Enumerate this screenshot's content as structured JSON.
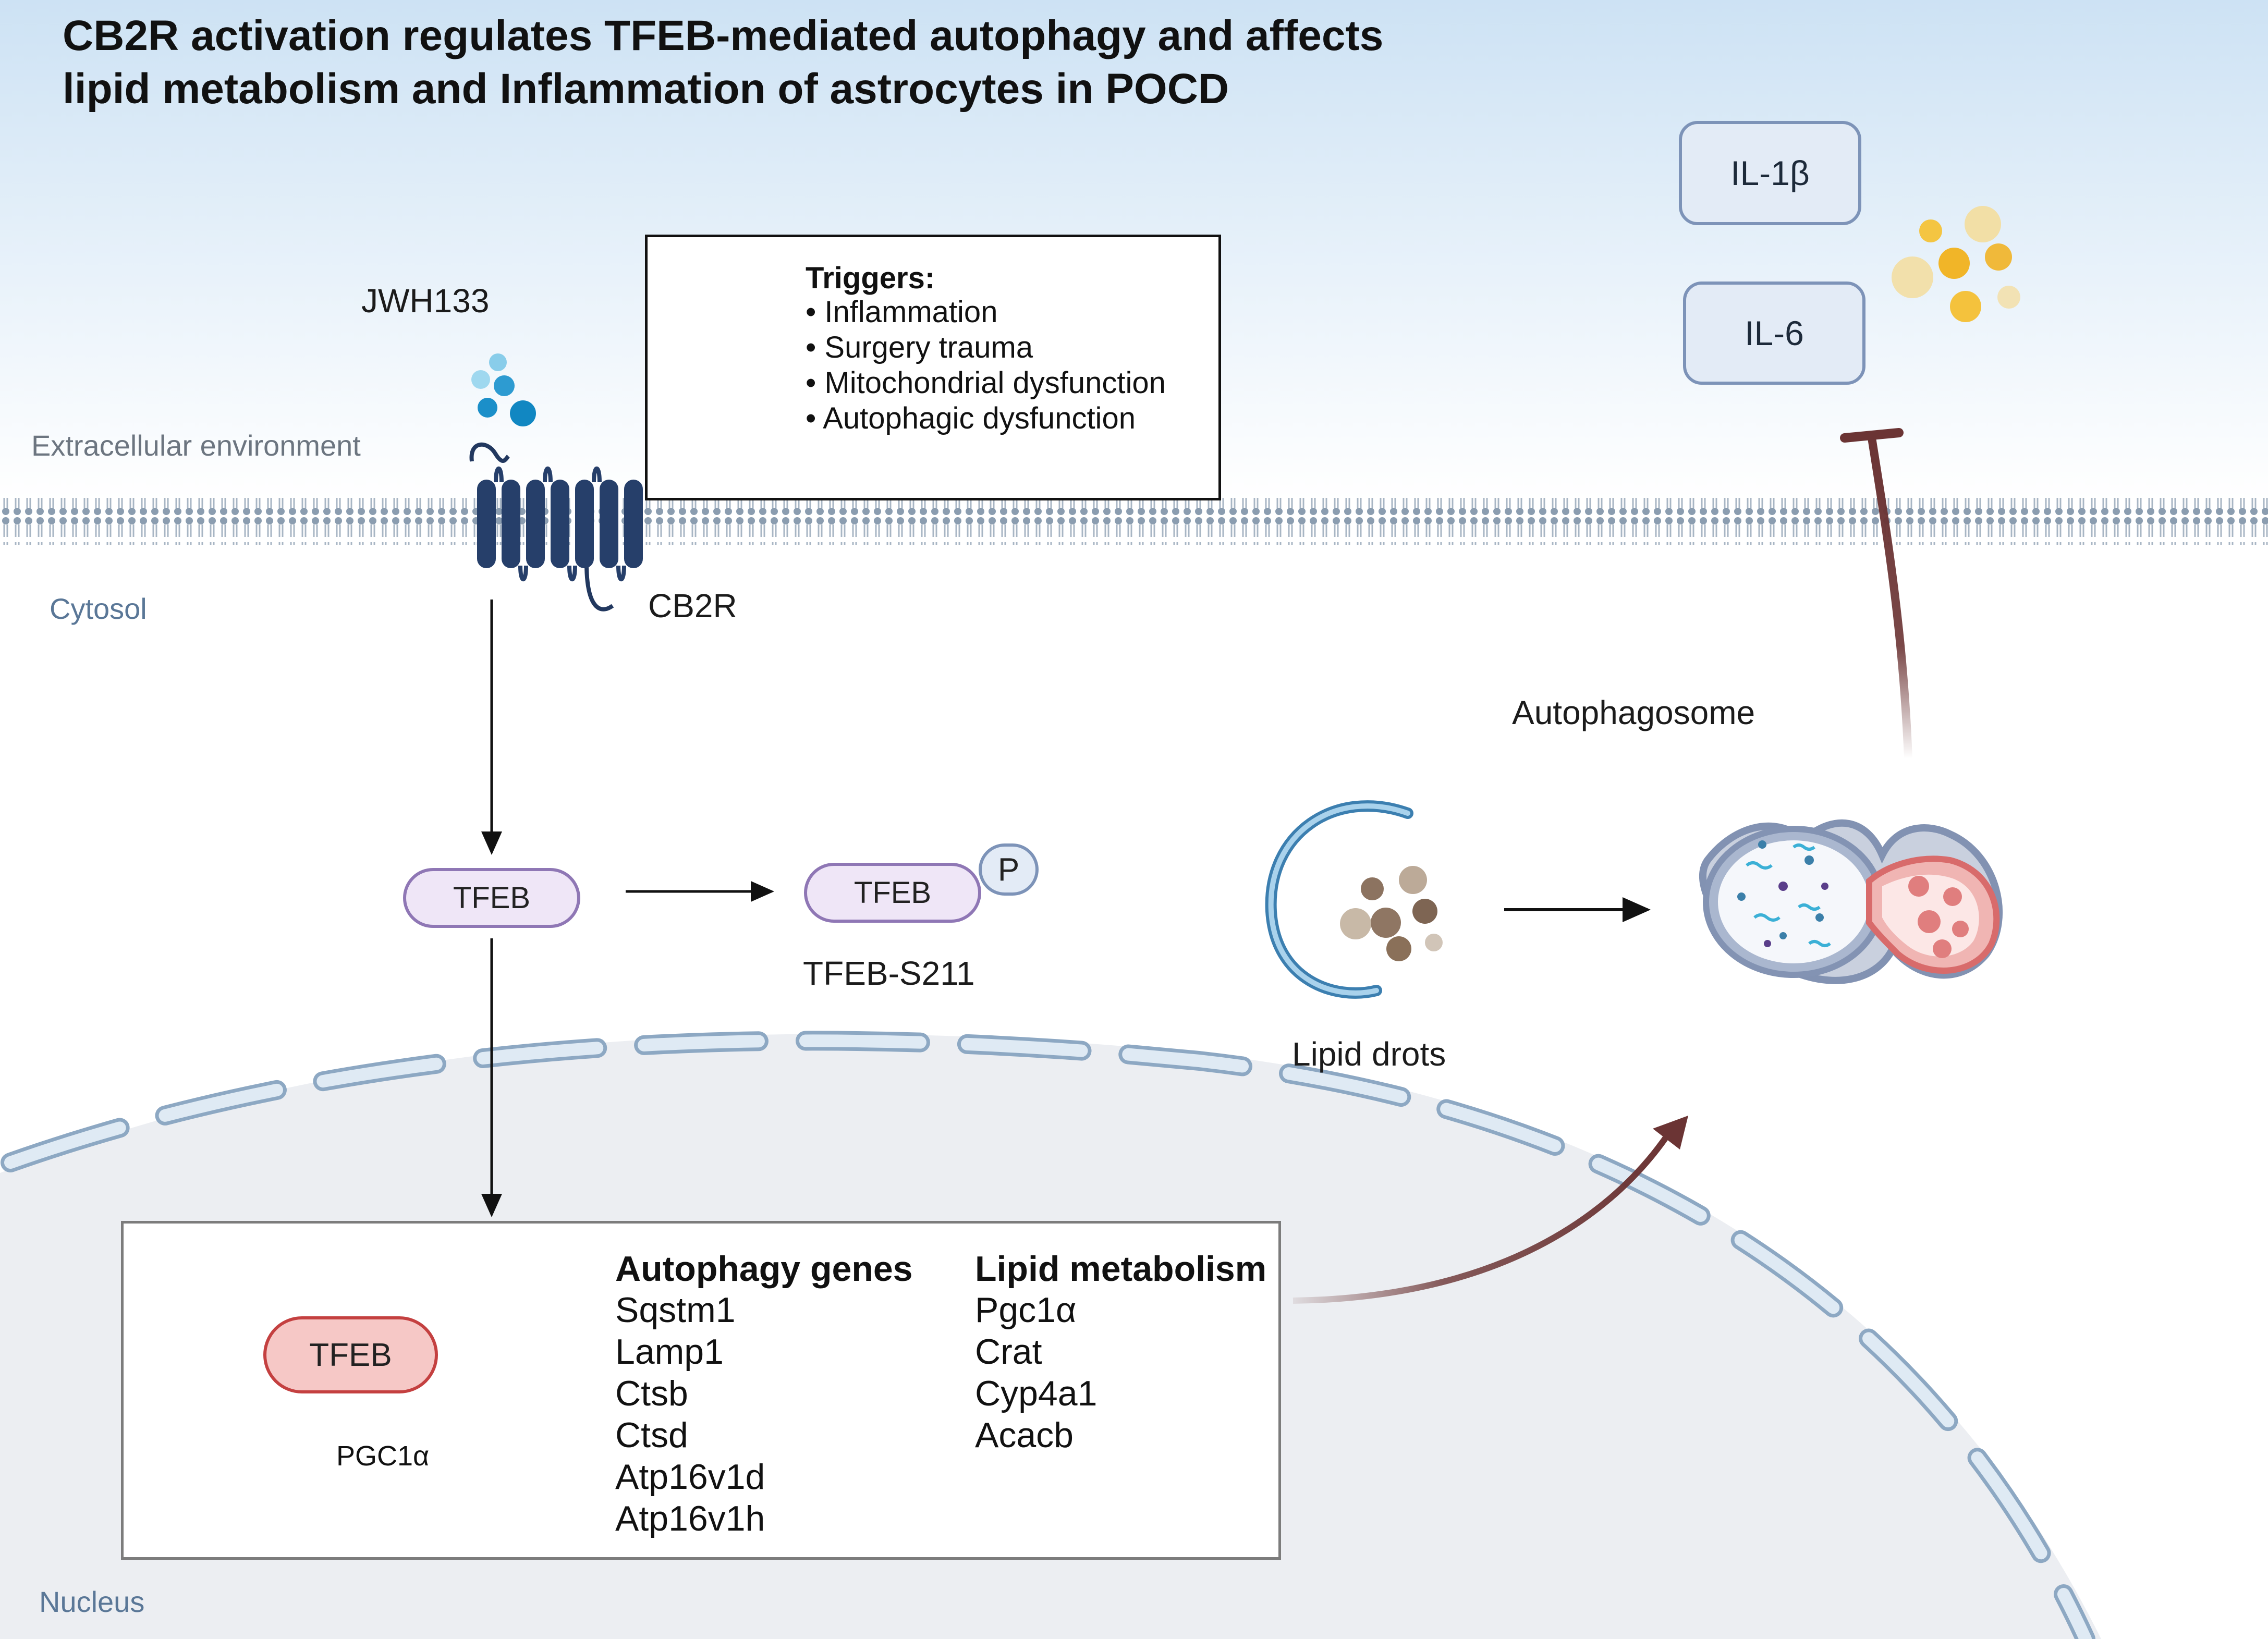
{
  "title": {
    "line1": "CB2R activation regulates TFEB-mediated autophagy and affects",
    "line2": "lipid metabolism and Inflammation of astrocytes in POCD"
  },
  "regions": {
    "extracellular": "Extracellular environment",
    "cytosol": "Cytosol",
    "nucleus": "Nucleus"
  },
  "labels": {
    "agonist": "JWH133",
    "receptor": "CB2R",
    "tfeb": "TFEB",
    "tfeb_phospho": "TFEB",
    "phospho_badge": "P",
    "tfeb_s211": "TFEB-S211",
    "lipid_droplets": "Lipid drots",
    "autophagosome": "Autophagosome",
    "tfeb_dna": "TFEB",
    "pgc1a_promoter": "PGC1α"
  },
  "triggers": {
    "title": "Triggers:",
    "items": [
      "• Inflammation",
      "• Surgery trauma",
      "• Mitochondrial dysfunction",
      "• Autophagic dysfunction"
    ]
  },
  "cytokines": [
    "IL-1β",
    "IL-6"
  ],
  "genes": {
    "autophagy_title": "Autophagy genes",
    "autophagy": [
      "Sqstm1",
      "Lamp1",
      "Ctsb",
      "Ctsd",
      "Atp16v1d",
      "Atp16v1h"
    ],
    "lipid_title": "Lipid metabolism",
    "lipid": [
      "Pgc1α",
      "Crat",
      "Cyp4a1",
      "Acacb"
    ]
  },
  "colors": {
    "sky_top": "#cfe3f5",
    "membrane": "#8b9db0",
    "receptor": "#263f6a",
    "tfeb_fill": "#efe6f7",
    "tfeb_stroke": "#8f77b5",
    "dna_red": "#d22b2b",
    "nucleus_fill": "#eceef2",
    "nuclear_envelope": "#bcd3e6",
    "inhibit_arrow": "#6b3434",
    "lightning": "#126e9a"
  }
}
